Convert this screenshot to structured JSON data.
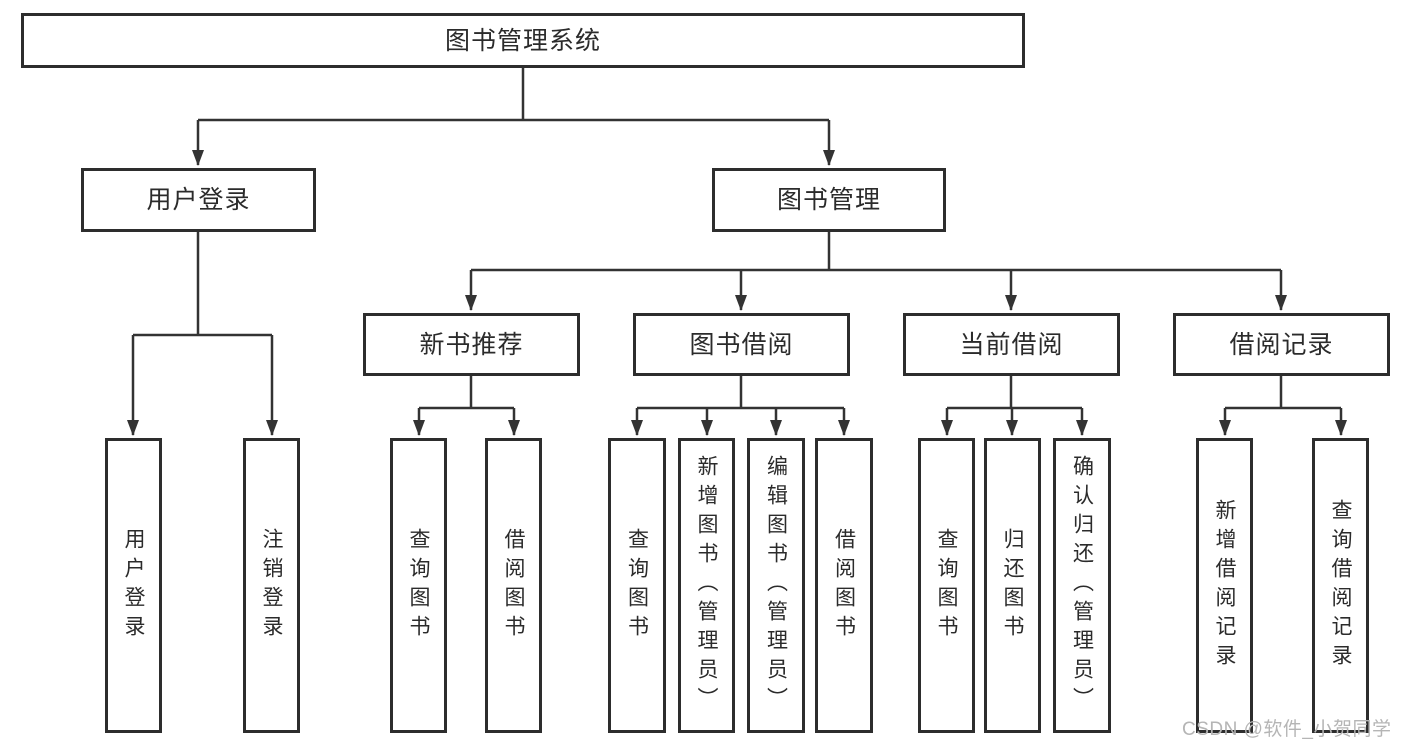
{
  "diagram": {
    "root": {
      "label": "图书管理系统",
      "children": [
        {
          "label": "用户登录",
          "children": [
            {
              "label": "用户登录"
            },
            {
              "label": "注销登录"
            }
          ]
        },
        {
          "label": "图书管理",
          "children": [
            {
              "label": "新书推荐",
              "children": [
                {
                  "label": "查询图书"
                },
                {
                  "label": "借阅图书"
                }
              ]
            },
            {
              "label": "图书借阅",
              "children": [
                {
                  "label": "查询图书"
                },
                {
                  "label": "新增图书（管理员）"
                },
                {
                  "label": "编辑图书（管理员）"
                },
                {
                  "label": "借阅图书"
                }
              ]
            },
            {
              "label": "当前借阅",
              "children": [
                {
                  "label": "查询图书"
                },
                {
                  "label": "归还图书"
                },
                {
                  "label": "确认归还（管理员）"
                }
              ]
            },
            {
              "label": "借阅记录",
              "children": [
                {
                  "label": "新增借阅记录"
                },
                {
                  "label": "查询借阅记录"
                }
              ]
            }
          ]
        }
      ]
    },
    "watermark": "CSDN @软件_小贺同学"
  },
  "colors": {
    "background": "#ffffff",
    "box_border": "#2d2d2d",
    "line": "#333333",
    "text": "#2b2b2b",
    "watermark": "#b5b5b5"
  }
}
